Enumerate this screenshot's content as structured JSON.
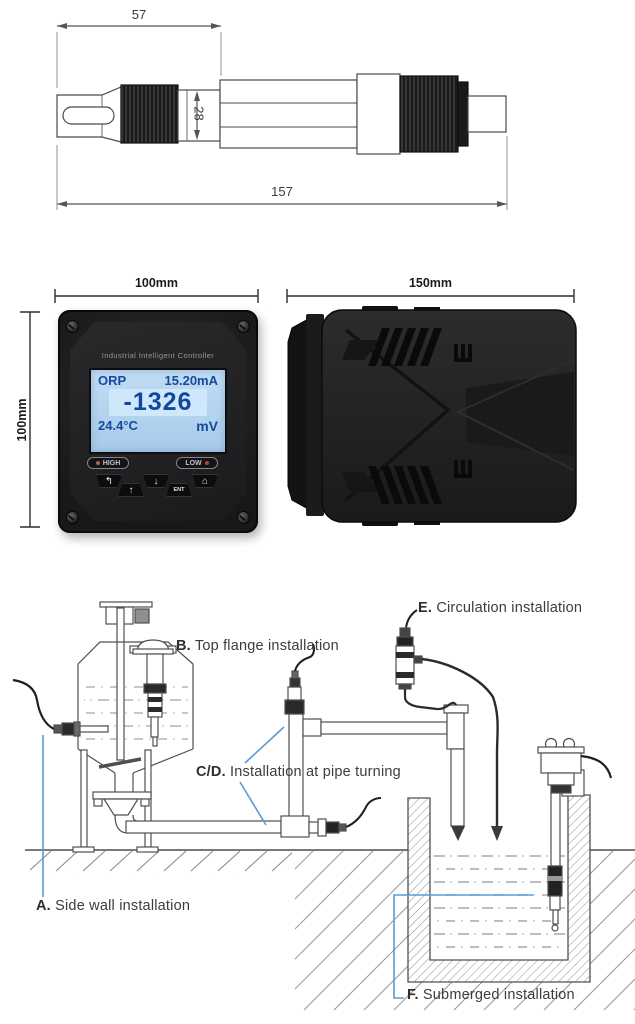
{
  "drawing": {
    "dim_width": "57",
    "dim_diameter": "28",
    "dim_length": "157"
  },
  "device": {
    "front_width": "100mm",
    "front_height": "100mm",
    "side_width": "150mm",
    "title": "Industrial Intelligent Controller",
    "lcd": {
      "mode": "ORP",
      "output_current": "15.20mA",
      "main_value": "-1326",
      "temperature": "24.4°C",
      "unit": "mV"
    },
    "buttons": {
      "high": "HIGH",
      "low": "LOW",
      "ent": "ENT"
    },
    "key_icons": {
      "back": "↰",
      "up": "↑",
      "down": "↓",
      "home": "⌂"
    }
  },
  "installation": {
    "a": {
      "prefix": "A.",
      "text": " Side wall installation"
    },
    "b": {
      "prefix": "B.",
      "text": " Top flange installation"
    },
    "cd": {
      "prefix": "C/D.",
      "text": " Installation at pipe turning"
    },
    "e": {
      "prefix": "E.",
      "text": " Circulation installation"
    },
    "f": {
      "prefix": "F.",
      "text": " Submerged installation"
    }
  },
  "colors": {
    "lcd_bg": "#b9d8f0",
    "lcd_text": "#17499c",
    "value_band": "#cfe7fb",
    "leader_blue": "#5b9bd5",
    "device_body": "#1f1f21"
  }
}
